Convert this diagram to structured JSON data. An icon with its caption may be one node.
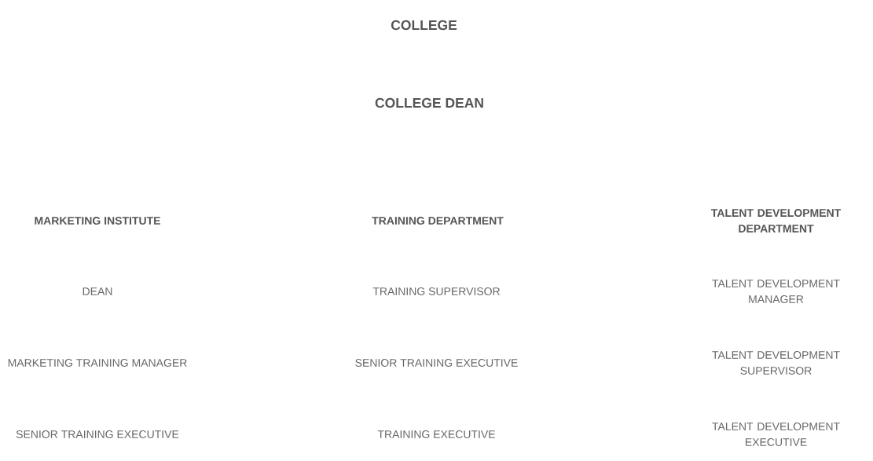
{
  "diagram": {
    "labels": [
      "COLLEGE",
      "COLLEGE DEAN",
      "MARKETING INSTITUTE",
      "TRAINING DEPARTMENT",
      "TALENT DEVELOPMENT DEPARTMENT",
      "DEAN",
      "TRAINING SUPERVISOR",
      "TALENT DEVELOPMENT MANAGER",
      "MARKETING TRAINING MANAGER",
      "SENIOR TRAINING EXECUTIVE",
      "TALENT DEVELOPMENT SUPERVISOR",
      "SENIOR TRAINING EXECUTIVE",
      "TRAINING EXECUTIVE",
      "TALENT DEVELOPMENT EXECUTIVE"
    ]
  }
}
